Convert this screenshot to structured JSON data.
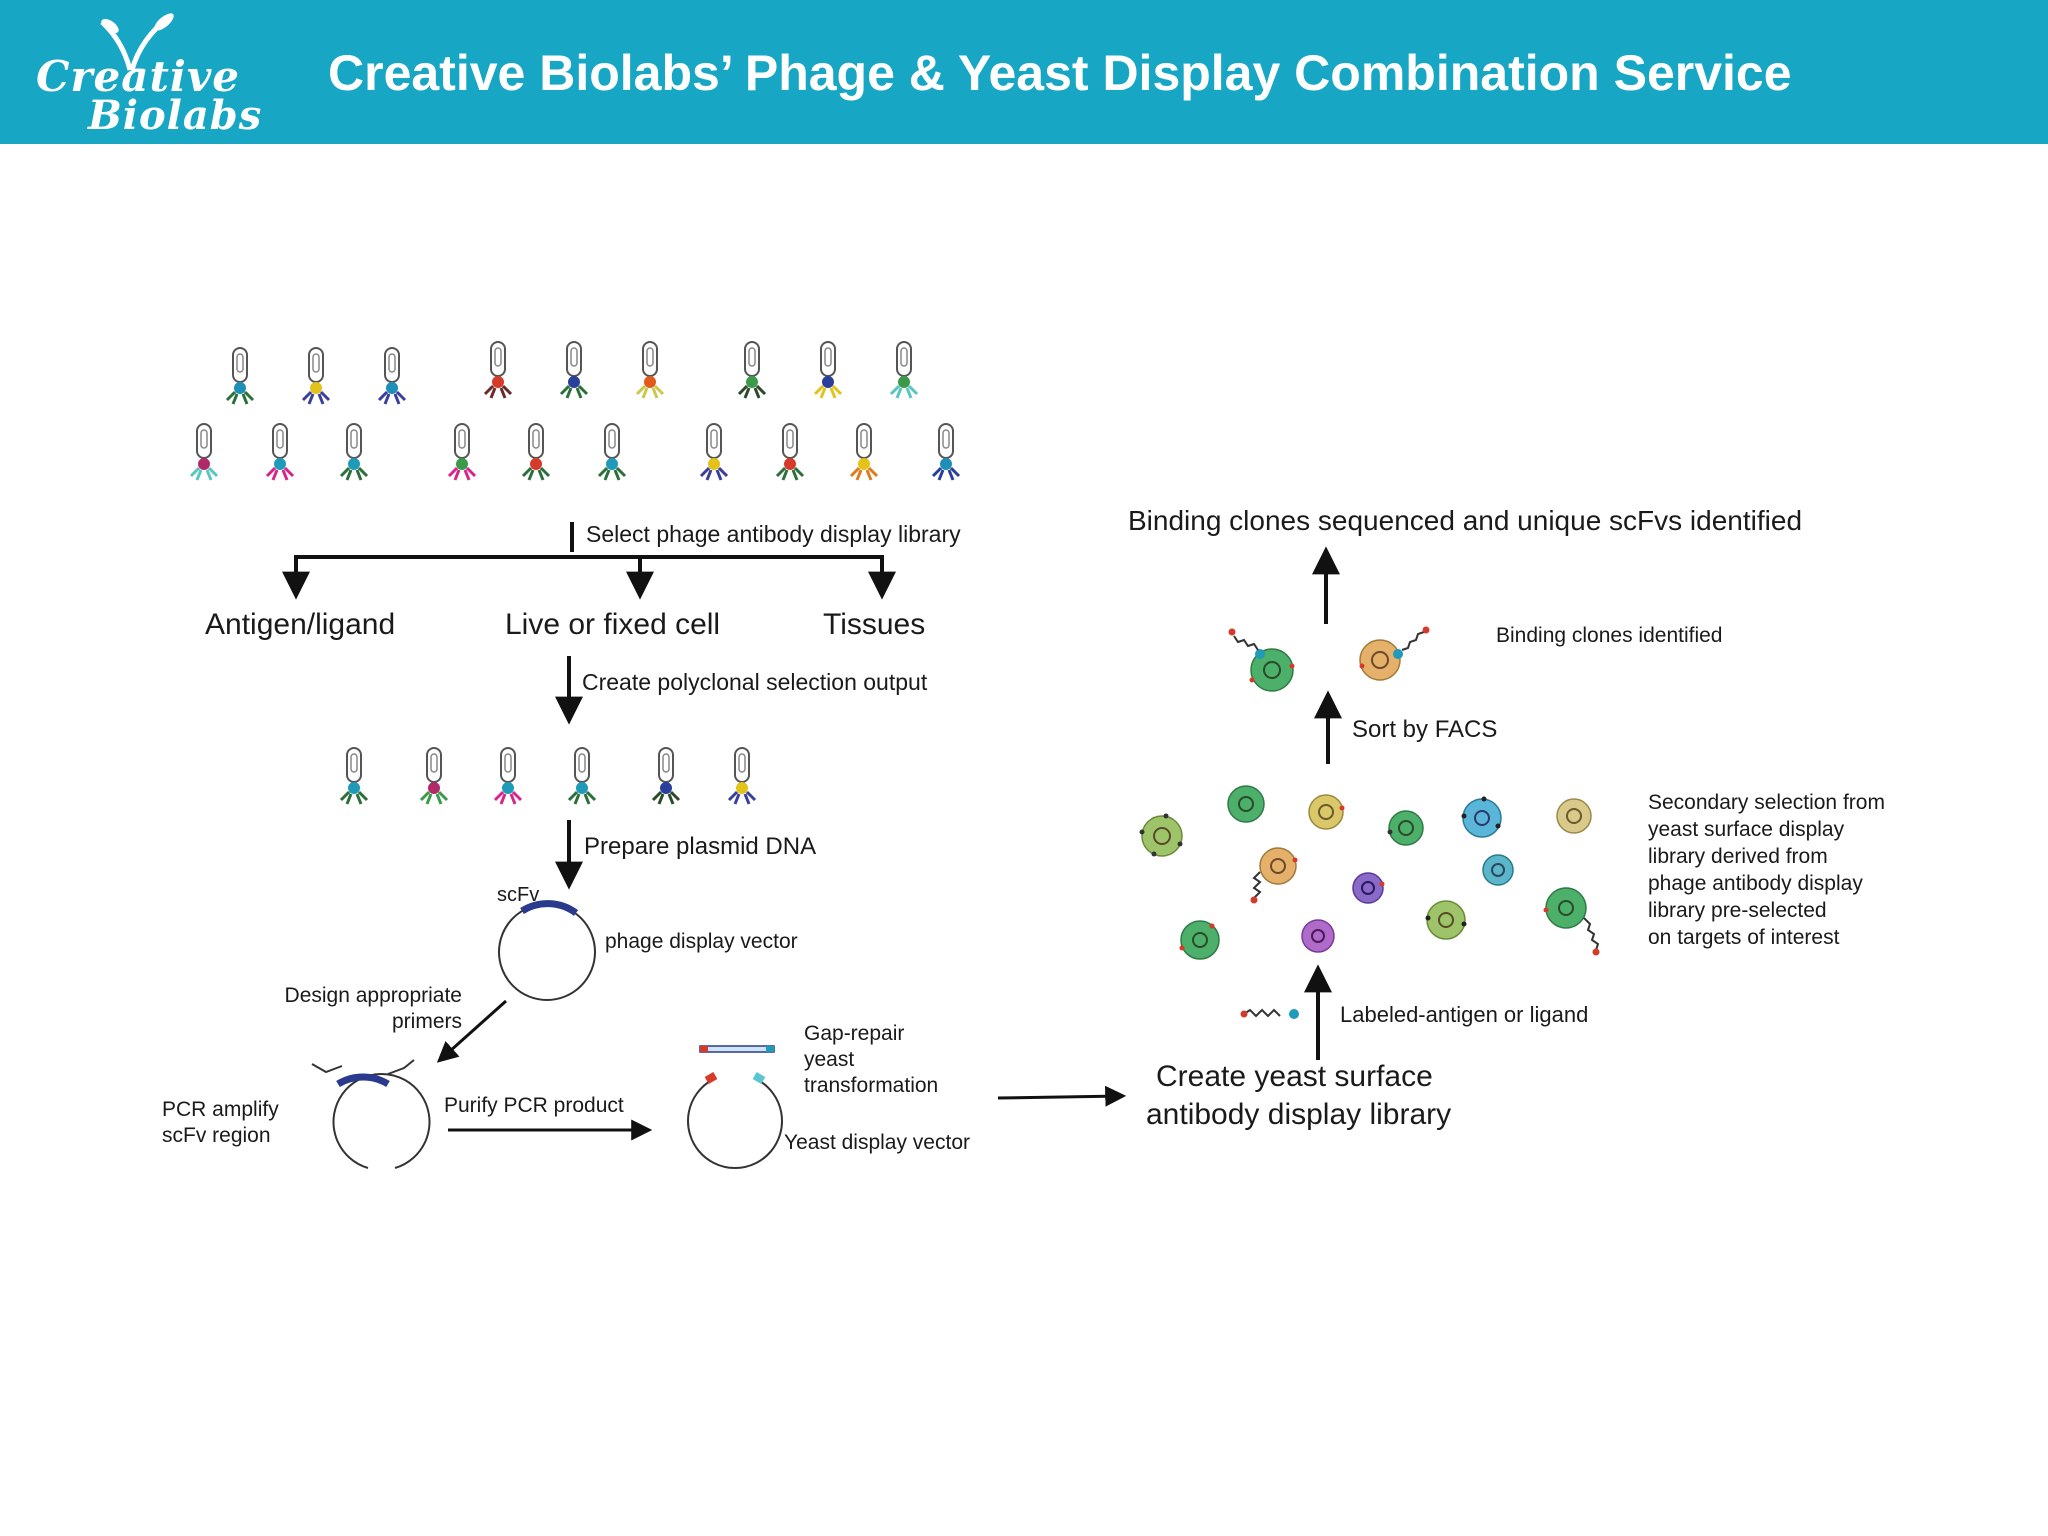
{
  "header": {
    "logo_line1": "Creative",
    "logo_line2": "Biolabs",
    "title": "Creative Biolabs’ Phage & Yeast Display Combination Service",
    "background_color": "#17a6c4"
  },
  "diagram": {
    "step_select_library": "Select phage antibody display library",
    "target_antigen": "Antigen/ligand",
    "target_cell": "Live or fixed cell",
    "target_tissues": "Tissues",
    "step_polyclonal": "Create polyclonal selection output",
    "step_plasmid": "Prepare plasmid DNA",
    "label_scfv": "scFv",
    "label_phage_vector": "phage display vector",
    "label_design_primers_1": "Design appropriate",
    "label_design_primers_2": "primers",
    "label_pcr_1": "PCR amplify",
    "label_pcr_2": "scFv region",
    "label_purify": "Purify PCR product",
    "label_gap_1": "Gap-repair",
    "label_gap_2": "yeast",
    "label_gap_3": "transformation",
    "label_yeast_vector": "Yeast display vector",
    "label_create_lib_1": "Create yeast surface",
    "label_create_lib_2": "antibody display library",
    "label_labeled_antigen": "Labeled-antigen or ligand",
    "label_secondary_1": "Secondary selection from",
    "label_secondary_2": "yeast surface display",
    "label_secondary_3": "library derived from",
    "label_secondary_4": "phage antibody display",
    "label_secondary_5": "library pre-selected",
    "label_secondary_6": "on targets of interest",
    "label_sort": "Sort by FACS",
    "label_binding_ident": "Binding clones identified",
    "label_final": "Binding clones sequenced and unique scFvs identified"
  }
}
